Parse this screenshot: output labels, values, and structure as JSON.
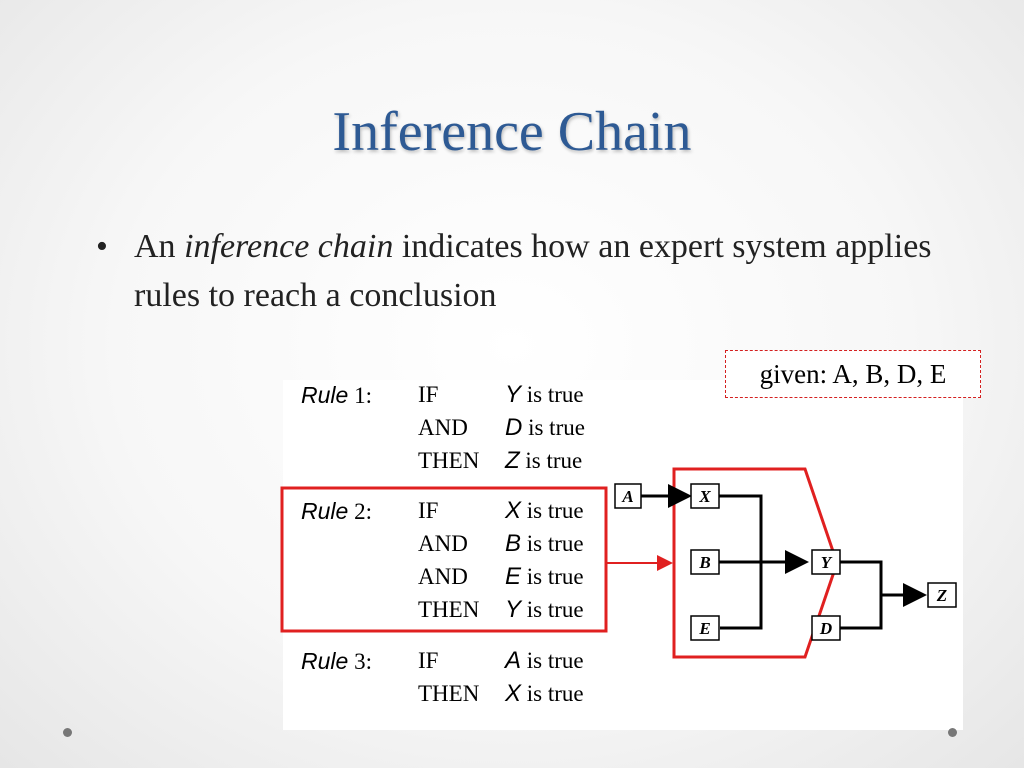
{
  "slide": {
    "title": "Inference Chain",
    "bullet": {
      "marker": "•",
      "prefix": "An ",
      "term": "inference chain",
      "suffix": " indicates how an expert system applies rules to reach a conclusion"
    }
  },
  "given": "given: A, B, D, E",
  "rules": [
    {
      "label": "Rule",
      "number": "1:",
      "lines": [
        {
          "keyword": "IF",
          "var": "Y",
          "text": "is true"
        },
        {
          "keyword": "AND",
          "var": "D",
          "text": "is true"
        },
        {
          "keyword": "THEN",
          "var": "Z",
          "text": "is true"
        }
      ]
    },
    {
      "label": "Rule",
      "number": "2:",
      "lines": [
        {
          "keyword": "IF",
          "var": "X",
          "text": "is true"
        },
        {
          "keyword": "AND",
          "var": "B",
          "text": "is true"
        },
        {
          "keyword": "AND",
          "var": "E",
          "text": "is true"
        },
        {
          "keyword": "THEN",
          "var": "Y",
          "text": "is true"
        }
      ]
    },
    {
      "label": "Rule",
      "number": "3:",
      "lines": [
        {
          "keyword": "IF",
          "var": "A",
          "text": "is true"
        },
        {
          "keyword": "THEN",
          "var": "X",
          "text": "is true"
        }
      ]
    }
  ],
  "diagram": {
    "nodes": [
      "A",
      "X",
      "B",
      "Y",
      "E",
      "D",
      "Z"
    ],
    "highlight_color": "#e02020",
    "title_color": "#2e5a94"
  }
}
